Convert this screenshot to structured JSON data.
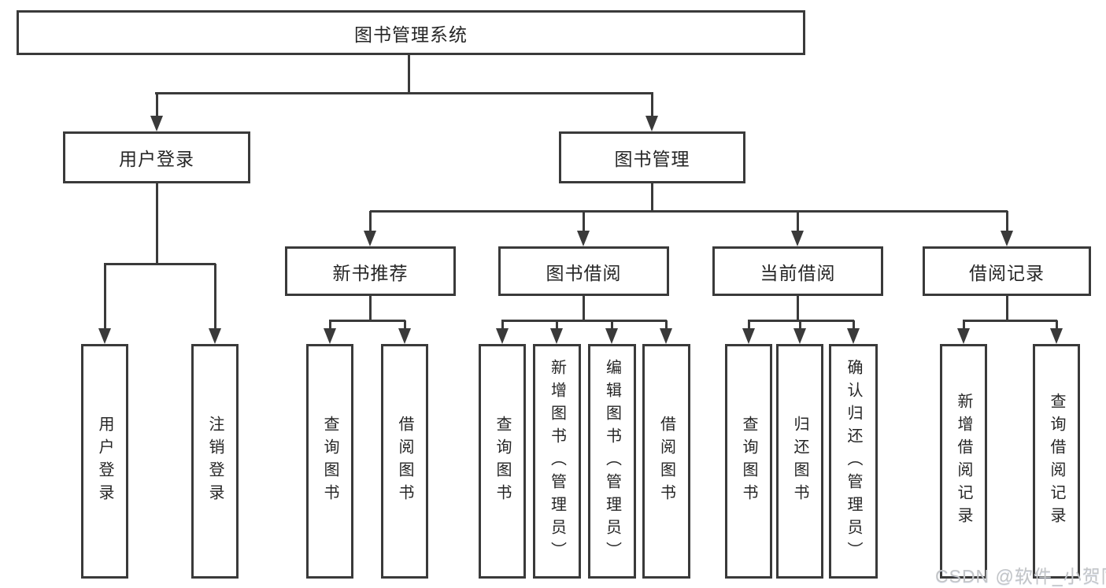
{
  "tree": {
    "root": "图书管理系统",
    "user_login": {
      "label": "用户登录",
      "children": [
        "用户登录",
        "注销登录"
      ]
    },
    "book_management": {
      "label": "图书管理",
      "groups": [
        {
          "label": "新书推荐",
          "children": [
            "查询图书",
            "借阅图书"
          ]
        },
        {
          "label": "图书借阅",
          "children": [
            "查询图书",
            "新增图书（管理员）",
            "编辑图书（管理员）",
            "借阅图书"
          ]
        },
        {
          "label": "当前借阅",
          "children": [
            "查询图书",
            "归还图书",
            "确认归还（管理员）"
          ]
        },
        {
          "label": "借阅记录",
          "children": [
            "新增借阅记录",
            "查询借阅记录"
          ]
        }
      ]
    }
  },
  "watermark": "CSDN @软件_小贺同学",
  "colors": {
    "line": "#3a3a3a",
    "text": "#262626",
    "watermark": "#c3c5c7",
    "background": "#ffffff"
  }
}
